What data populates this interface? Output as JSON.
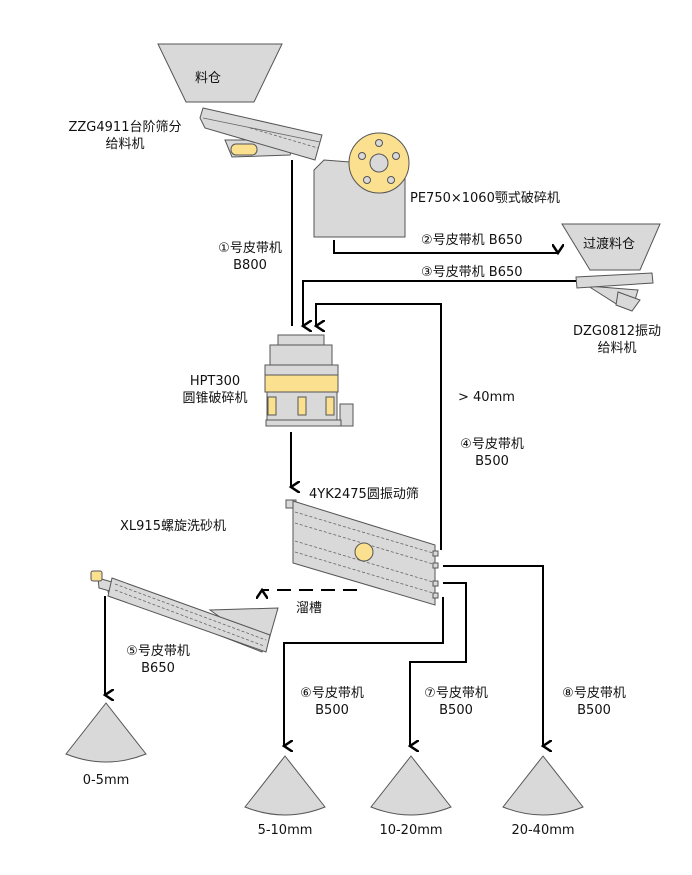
{
  "equipment": {
    "feed_hopper": "料仓",
    "step_feeder": [
      "ZZG4911台阶筛分",
      "给料机"
    ],
    "jaw_crusher": "PE750×1060颚式破碎机",
    "transfer_bin": "过渡料仓",
    "vibrating_feeder": [
      "DZG0812振动",
      "给料机"
    ],
    "cone_crusher": [
      "HPT300",
      "圆锥破碎机"
    ],
    "vibrating_screen": "4YK2475圆振动筛",
    "sand_washer": "XL915螺旋洗砂机",
    "chute": "溜槽"
  },
  "conveyors": [
    {
      "id": "1",
      "label": "①号皮带机",
      "width": "B800"
    },
    {
      "id": "2",
      "label": "②号皮带机 B650"
    },
    {
      "id": "3",
      "label": "③号皮带机 B650"
    },
    {
      "id": "4",
      "label": "④号皮带机",
      "width": "B500"
    },
    {
      "id": "5",
      "label": "⑤号皮带机",
      "width": "B650"
    },
    {
      "id": "6",
      "label": "⑥号皮带机",
      "width": "B500"
    },
    {
      "id": "7",
      "label": "⑦号皮带机",
      "width": "B500"
    },
    {
      "id": "8",
      "label": "⑧号皮带机",
      "width": "B500"
    }
  ],
  "oversize_label": "> 40mm",
  "products": [
    "0-5mm",
    "5-10mm",
    "10-20mm",
    "20-40mm"
  ],
  "colors": {
    "equipment_fill": "#d9d9d9",
    "accent_yellow": "#fbe08f",
    "flow_line": "#000000"
  }
}
